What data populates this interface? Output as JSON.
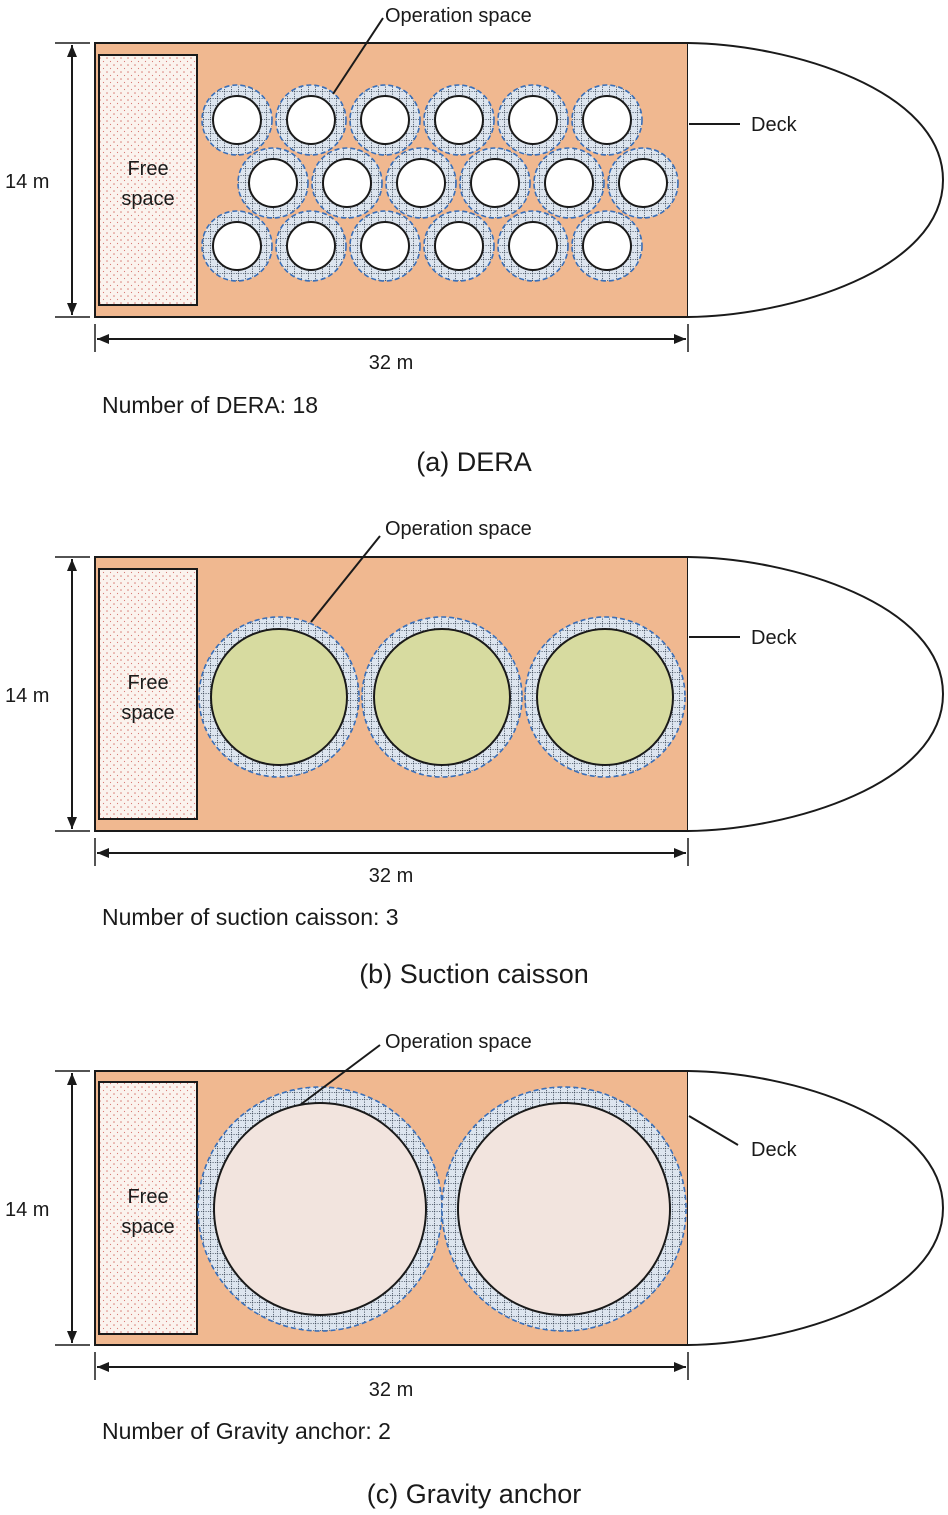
{
  "colors": {
    "deck": "#f0b890",
    "free_space_fill": "#fbf3ee",
    "free_space_dots": "#d87a74",
    "ring_fill": "#dde5ef",
    "ring_dash": "#3a6fb8",
    "dera_core": "#ffffff",
    "caisson_core": "#d7dba0",
    "gravity_core": "#f2e4de",
    "outline": "#1a1a1a"
  },
  "panels": [
    {
      "id": "dera",
      "caption": "(a)  DERA",
      "count_text": "Number of DERA: 18",
      "width_label": "32 m",
      "height_label": "14 m",
      "free_space_label": [
        "Free",
        "space"
      ],
      "deck_label": "Deck",
      "operation_label": "Operation space",
      "item_type": "dera",
      "item_count": 18
    },
    {
      "id": "suction",
      "caption": "(b)  Suction  caisson",
      "count_text": "Number of suction caisson: 3",
      "width_label": "32 m",
      "height_label": "14 m",
      "free_space_label": [
        "Free",
        "space"
      ],
      "deck_label": "Deck",
      "operation_label": "Operation space",
      "item_type": "caisson",
      "item_count": 3
    },
    {
      "id": "gravity",
      "caption": "(c)  Gravity  anchor",
      "count_text": "Number of Gravity anchor: 2",
      "width_label": "32 m",
      "height_label": "14 m",
      "free_space_label": [
        "Free",
        "space"
      ],
      "deck_label": "Deck",
      "operation_label": "Operation space",
      "item_type": "gravity",
      "item_count": 2
    }
  ]
}
